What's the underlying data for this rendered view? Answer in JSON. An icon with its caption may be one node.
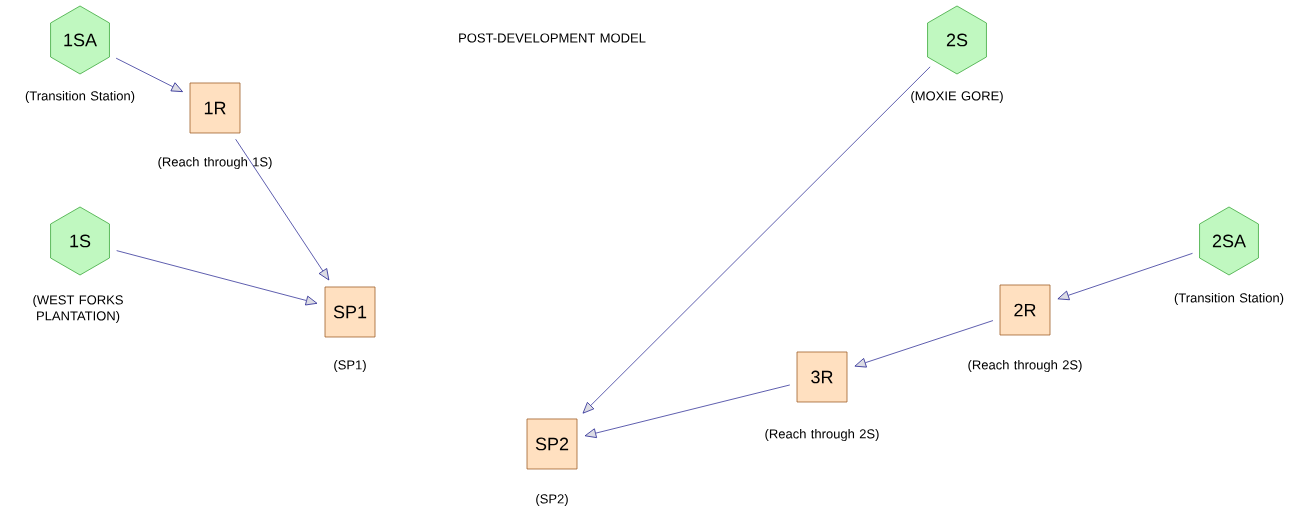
{
  "diagram": {
    "title": "POST-DEVELOPMENT MODEL",
    "nodes": [
      {
        "text": [
          "1SA"
        ],
        "beside": [
          "(Transition Station)"
        ]
      },
      {
        "text": [
          "1R"
        ],
        "beside": [
          "(Reach through 1S)"
        ]
      },
      {
        "text": [
          "1S"
        ],
        "beside": [
          "(WEST FORKS PLANTATION)"
        ]
      },
      {
        "text": [
          "SP1"
        ],
        "beside": [
          "(SP1)"
        ]
      },
      {
        "text": [
          "2S"
        ],
        "beside": [
          "(MOXIE GORE)"
        ]
      },
      {
        "text": [
          "2SA"
        ],
        "beside": [
          "(Transition Station)"
        ]
      },
      {
        "text": [
          "2R"
        ],
        "beside": [
          "(Reach through 2S)"
        ]
      },
      {
        "text": [
          "3R"
        ],
        "beside": [
          "(Reach through 2S)"
        ]
      },
      {
        "text": [
          "SP2"
        ],
        "beside": [
          "(SP2)"
        ]
      }
    ],
    "edges": [
      {
        "from": 0,
        "to": 1,
        "arrow": "to"
      },
      {
        "from": 1,
        "to": 3,
        "arrow": "to"
      },
      {
        "from": 2,
        "to": 3,
        "arrow": "to"
      },
      {
        "from": 4,
        "to": 8,
        "arrow": "to"
      },
      {
        "from": 5,
        "to": 6,
        "arrow": "to"
      },
      {
        "from": 6,
        "to": 7,
        "arrow": "to"
      },
      {
        "from": 7,
        "to": 8,
        "arrow": "to"
      }
    ]
  }
}
